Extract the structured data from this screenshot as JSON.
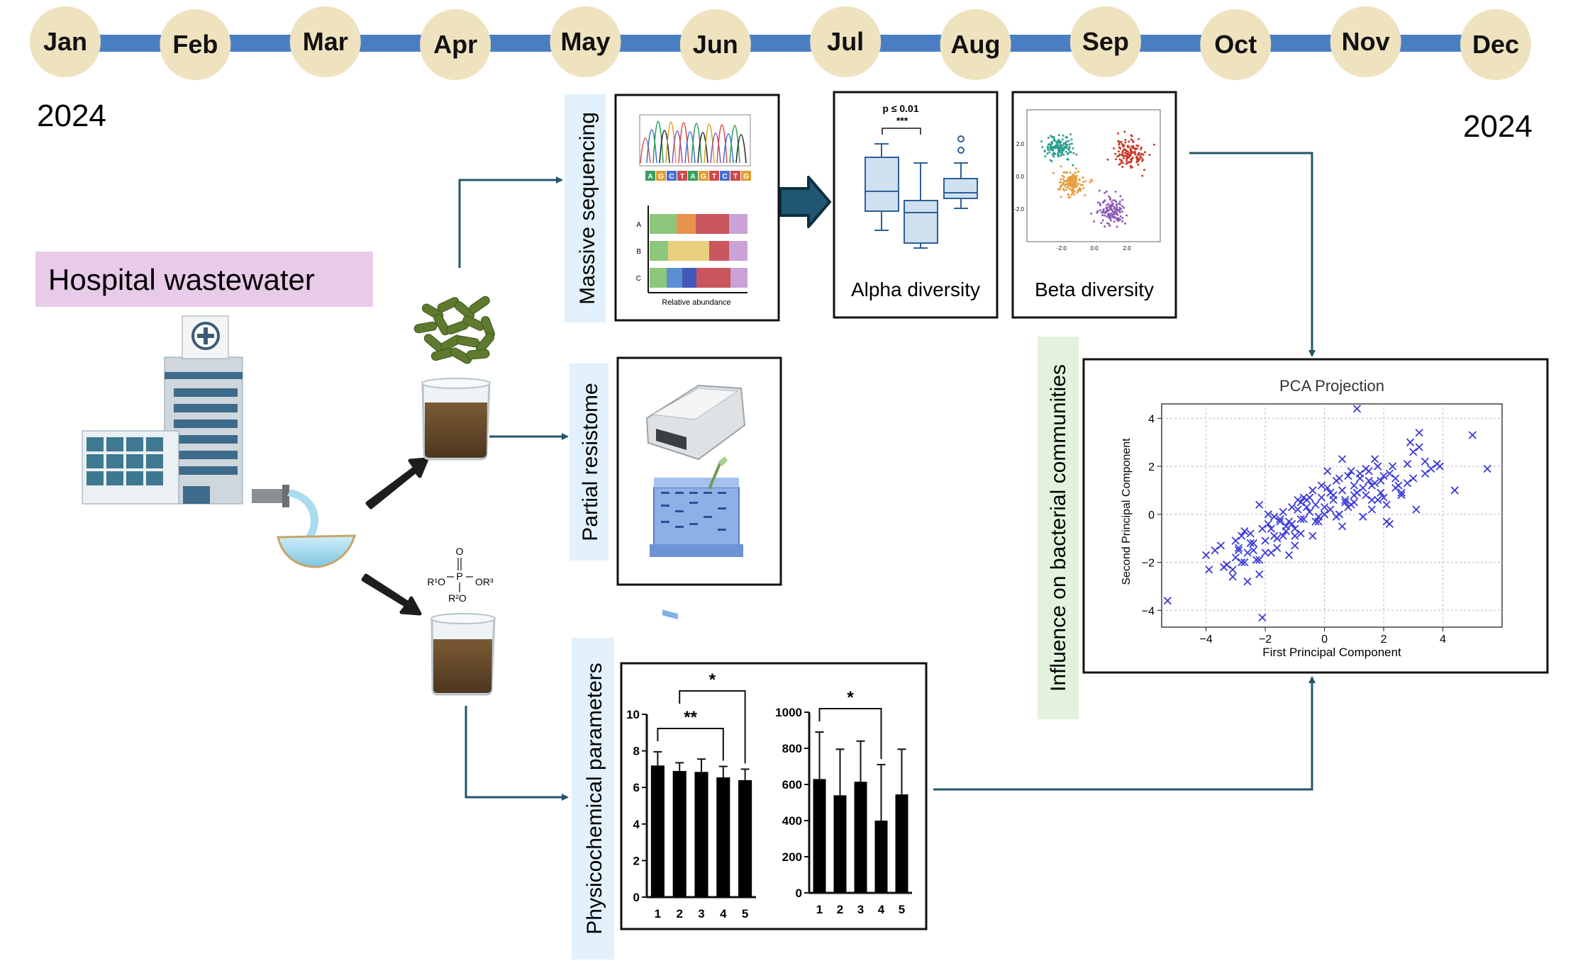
{
  "timeline": {
    "months": [
      "Jan",
      "Feb",
      "Mar",
      "Apr",
      "May",
      "Jun",
      "Jul",
      "Aug",
      "Sep",
      "Oct",
      "Nov",
      "Dec"
    ],
    "year_start": "2024",
    "year_end": "2024",
    "colors": {
      "bar": "#4a7ec2",
      "circle": "#efe2bf"
    }
  },
  "source": {
    "label": "Hospital wastewater",
    "label_bg": "#e8cbe8"
  },
  "chemical": {
    "top": "O",
    "p": "P",
    "left": "R¹O",
    "right": "OR³",
    "bottom": "R²O"
  },
  "sections": {
    "sequencing": {
      "label": "Massive sequencing",
      "label_bg": "#e2f1fb"
    },
    "resistome": {
      "label": "Partial resistome",
      "label_bg": "#e2f1fb"
    },
    "physchem": {
      "label": "Physicochemical parameters",
      "label_bg": "#e2f1fb"
    },
    "influence": {
      "label": "Influence on bacterial communities",
      "label_bg": "#e3f2dc"
    }
  },
  "sequencing_panel": {
    "dna_letters": [
      "A",
      "G",
      "C",
      "T",
      "A",
      "G",
      "T",
      "C",
      "T",
      "G"
    ],
    "stack_rows": [
      "A",
      "B",
      "C"
    ],
    "stack_xlabel": "Relative abundance",
    "stack_colors": [
      "#8dc77b",
      "#e8924a",
      "#c9565e",
      "#c9a2d8",
      "#e8d07e",
      "#5b8fd1",
      "#4257b8"
    ]
  },
  "alpha": {
    "label": "Alpha diversity",
    "pval": "p ≤ 0.01",
    "stars": "***"
  },
  "beta": {
    "label": "Beta diversity",
    "yticks": [
      "2.0",
      "0.0",
      "-2.0"
    ],
    "xticks": [
      "-2.0",
      "0.0",
      "2.0"
    ],
    "cluster_colors": [
      "#2c9f8f",
      "#c83a2a",
      "#e89a3c",
      "#8e5cb8"
    ]
  },
  "chart_data": [
    {
      "type": "scatter",
      "title": "PCA Projection",
      "xlabel": "First Principal Component",
      "ylabel": "Second Principal Component",
      "xlim": [
        -5.5,
        6
      ],
      "ylim": [
        -4.7,
        4.6
      ],
      "xticks": [
        -4,
        -2,
        0,
        2,
        4
      ],
      "yticks": [
        4,
        2,
        0,
        -2,
        -4
      ],
      "grid": true,
      "marker": "x",
      "color": "#3b3bd6",
      "x": [
        -5.3,
        -4.0,
        -3.9,
        -3.7,
        -3.5,
        -3.3,
        -3.1,
        -3.0,
        -2.9,
        -2.8,
        -2.7,
        -2.6,
        -2.5,
        -2.4,
        -2.3,
        -2.2,
        -2.2,
        -2.1,
        -2.0,
        -1.9,
        -1.8,
        -1.7,
        -1.6,
        -1.5,
        -1.4,
        -1.3,
        -1.2,
        -1.1,
        -1.0,
        -0.9,
        -0.8,
        -0.7,
        -0.6,
        -0.5,
        -0.4,
        -0.3,
        -0.2,
        -0.1,
        0.0,
        0.1,
        0.2,
        0.3,
        0.4,
        0.5,
        0.6,
        0.7,
        0.8,
        0.9,
        1.0,
        1.1,
        1.2,
        1.3,
        1.4,
        1.5,
        1.6,
        1.7,
        1.8,
        1.9,
        2.0,
        2.1,
        2.2,
        2.4,
        2.6,
        2.8,
        3.0,
        3.2,
        3.4,
        3.8,
        4.4,
        5.0,
        5.5,
        1.1,
        -2.1,
        -3.4,
        -2.8,
        -1.6,
        -0.4,
        0.6,
        1.6,
        2.5,
        -1.2,
        0.3,
        1.9,
        -0.8,
        -2.4,
        3.0,
        -1.9,
        0.9,
        2.2,
        -0.2,
        -1.4,
        1.4,
        -3.0,
        0.0,
        2.8,
        -0.6,
        1.0,
        -2.6,
        -1.0,
        0.5,
        1.7,
        3.6,
        -1.8,
        0.2,
        2.0,
        -0.3,
        -2.2,
        0.8,
        2.6,
        -1.5,
        -0.9,
        1.3,
        3.2,
        -2.9,
        0.4,
        -1.1,
        2.3,
        -0.7,
        1.5,
        -2.0,
        0.7,
        3.4,
        -1.3,
        -0.1,
        1.8,
        2.9,
        -3.1,
        -0.5,
        1.2,
        2.4,
        -1.7,
        0.1,
        3.9,
        -2.5,
        1.6,
        -0.8,
        2.1,
        -1.0,
        0.6,
        -2.7,
        1.0,
        3.1
      ],
      "y": [
        -3.6,
        -1.7,
        -2.3,
        -1.5,
        -1.3,
        -2.1,
        -2.6,
        -1.8,
        -1.5,
        -0.9,
        -2.0,
        -1.6,
        -0.8,
        -1.2,
        -1.9,
        -2.5,
        0.4,
        -0.6,
        -1.1,
        -0.4,
        -1.6,
        -0.1,
        -1.0,
        -0.2,
        0.1,
        -0.7,
        -0.3,
        0.3,
        -0.6,
        0.2,
        0.5,
        -0.2,
        0.6,
        0.1,
        1.0,
        0.4,
        -0.1,
        0.7,
        0.3,
        1.1,
        0.2,
        0.8,
        1.4,
        0.0,
        1.0,
        0.5,
        1.6,
        0.4,
        1.2,
        0.9,
        1.5,
        -0.1,
        0.8,
        1.8,
        0.6,
        1.3,
        2.0,
        0.9,
        1.6,
        0.4,
        1.7,
        1.1,
        0.8,
        2.1,
        1.5,
        3.4,
        1.7,
        2.1,
        1.0,
        3.3,
        1.9,
        4.4,
        -4.3,
        -2.2,
        -2.0,
        -1.4,
        -0.9,
        -0.5,
        0.2,
        1.2,
        -1.7,
        0.6,
        1.4,
        -0.8,
        -1.5,
        2.6,
        0.0,
        1.8,
        -0.4,
        -0.3,
        -0.9,
        1.9,
        -1.1,
        0.0,
        1.3,
        0.3,
        0.8,
        -2.8,
        -1.3,
        1.5,
        2.3,
        1.9,
        -0.6,
        0.9,
        0.7,
        -0.3,
        -1.9,
        0.3,
        0.9,
        -0.3,
        0.6,
        1.1,
        2.8,
        -1.4,
        -0.1,
        -0.4,
        2.0,
        0.7,
        1.4,
        -1.6,
        0.6,
        2.2,
        -0.5,
        1.2,
        0.6,
        3.0,
        -2.3,
        0.7,
        1.7,
        1.5,
        -0.9,
        1.8,
        2.0,
        -1.2,
        1.2,
        -0.2,
        -0.3,
        -0.9,
        2.3,
        -0.7,
        0.5,
        0.2
      ]
    },
    {
      "type": "bar",
      "categories": [
        "1",
        "2",
        "3",
        "4",
        "5"
      ],
      "values": [
        7.2,
        6.9,
        6.85,
        6.55,
        6.4
      ],
      "errors": [
        0.75,
        0.45,
        0.7,
        0.6,
        0.6
      ],
      "ylim": [
        0,
        10
      ],
      "yticks": [
        0,
        2,
        4,
        6,
        8,
        10
      ],
      "significance": [
        {
          "from": "1",
          "to": "4",
          "label": "**"
        },
        {
          "from": "2",
          "to": "5",
          "label": "*"
        }
      ]
    },
    {
      "type": "bar",
      "categories": [
        "1",
        "2",
        "3",
        "4",
        "5"
      ],
      "values": [
        630,
        540,
        615,
        400,
        545
      ],
      "errors": [
        260,
        255,
        225,
        310,
        250
      ],
      "ylim": [
        0,
        1000
      ],
      "yticks": [
        0,
        200,
        400,
        600,
        800,
        1000
      ],
      "significance": [
        {
          "from": "1",
          "to": "4",
          "label": "*"
        }
      ]
    }
  ]
}
